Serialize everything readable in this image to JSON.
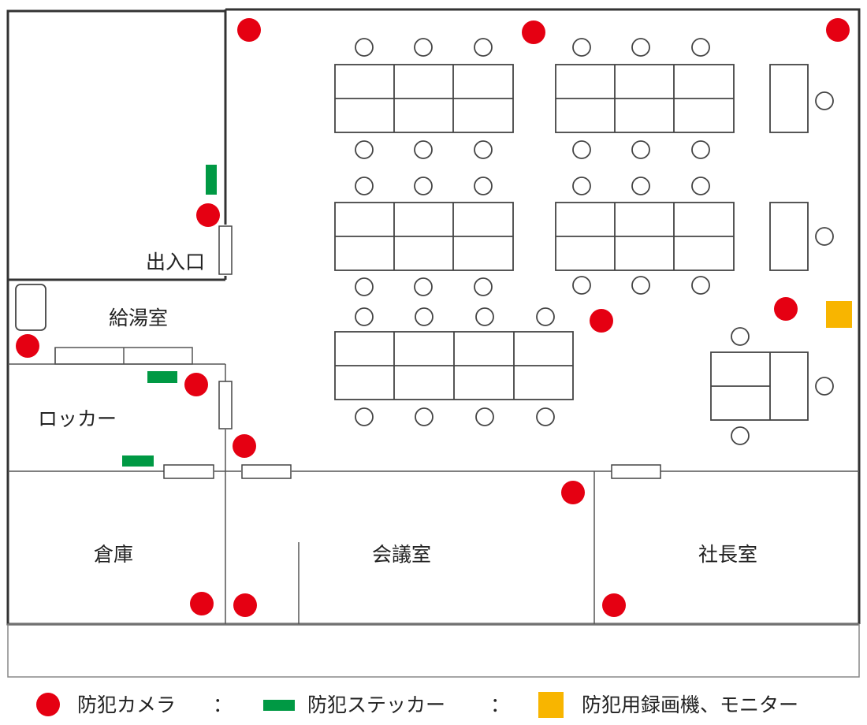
{
  "rooms": {
    "entrance": "出入口",
    "kitchen": "給湯室",
    "locker": "ロッカー",
    "storage": "倉庫",
    "meeting": "会議室",
    "president": "社長室"
  },
  "legend": {
    "camera": "防犯カメラ",
    "sticker": "防犯ステッカー",
    "recorder": "防犯用録画機、モニター",
    "separator": "："
  },
  "colors": {
    "camera": "#e50012",
    "sticker": "#009944",
    "recorder": "#f8b500",
    "wall": "#333333",
    "line": "#555555"
  }
}
